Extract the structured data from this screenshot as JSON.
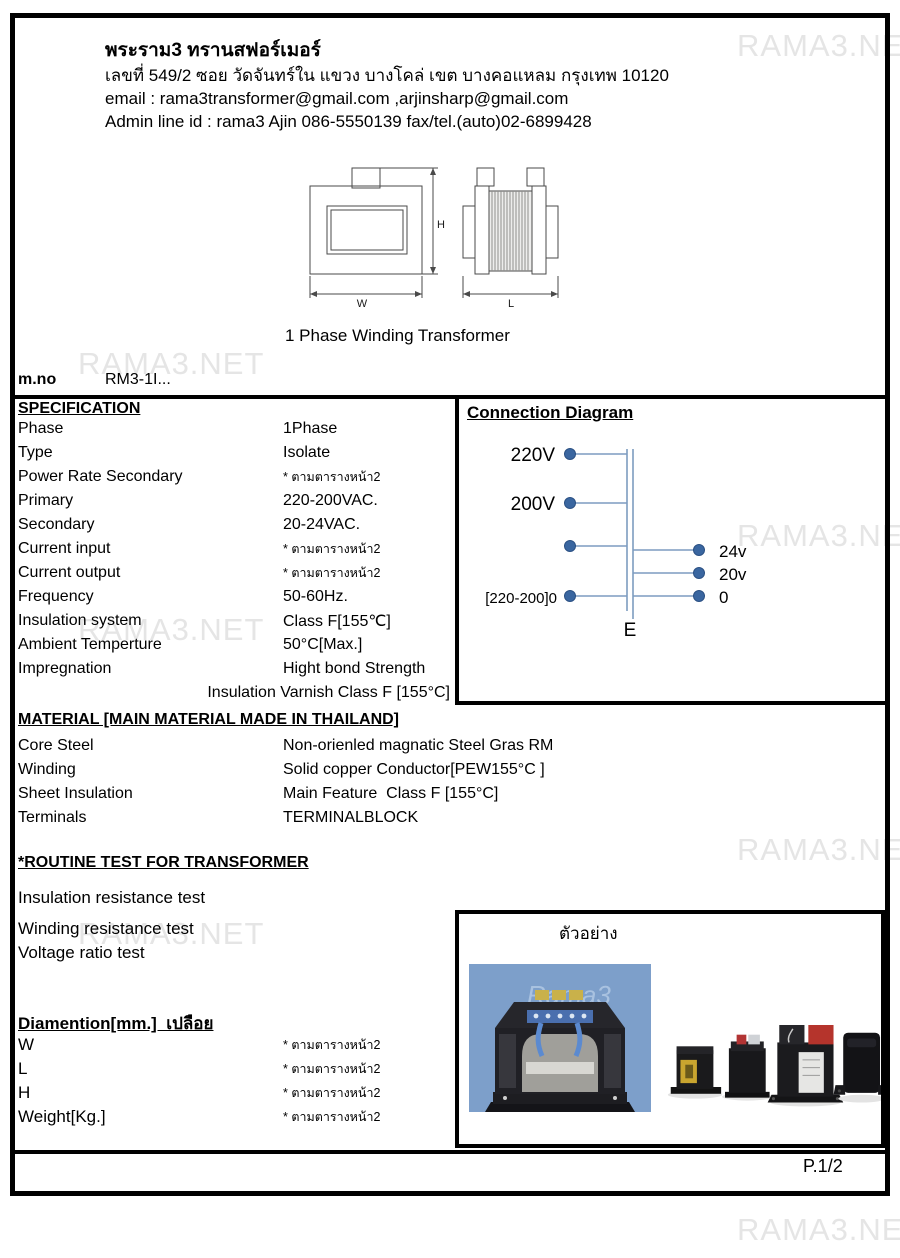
{
  "watermark": {
    "text": "RAMA3.NET"
  },
  "header": {
    "company_name": "พระราม3 ทรานสฟอร์เมอร์",
    "address_line": "เลขที่ 549/2 ซอย วัดจันทร์ใน แขวง บางโคล่ เขต บางคอแหลม กรุงเทพ 10120",
    "email_line": "email : rama3transformer@gmail.com ,arjinsharp@gmail.com",
    "admin_line": "Admin line id : rama3   Ajin 086-5550139  fax/tel.(auto)02-6899428"
  },
  "drawing": {
    "caption": "1 Phase Winding Transformer",
    "dim_height": "H",
    "dim_width": "W",
    "dim_length": "L"
  },
  "model_no": {
    "label": "m.no",
    "value": "RM3-1I..."
  },
  "specification": {
    "title": "SPECIFICATION",
    "rows": [
      {
        "label": "Phase",
        "value": "1Phase"
      },
      {
        "label": "Type",
        "value": "Isolate"
      },
      {
        "label": "Power Rate Secondary",
        "value": "* ตามตารางหน้า2"
      },
      {
        "label": "Primary",
        "value": "220-200VAC."
      },
      {
        "label": "Secondary",
        "value": "20-24VAC."
      },
      {
        "label": "Current input",
        "value": "* ตามตารางหน้า2"
      },
      {
        "label": "Current output",
        "value": "* ตามตารางหน้า2"
      },
      {
        "label": "Frequency",
        "value": "50-60Hz."
      },
      {
        "label": "Insulation system",
        "value": "Class F[155℃]"
      },
      {
        "label": "Ambient Temperture",
        "value": "50°C[Max.]"
      },
      {
        "label": "Impregnation",
        "value": "Hight bond Strength"
      }
    ],
    "impregnation_note": "Insulation Varnish Class F [155°C]"
  },
  "connection_diagram": {
    "title": "Connection Diagram",
    "primary_terminals": [
      "220V",
      "200V",
      "",
      "[220-200]0"
    ],
    "secondary_terminals": [
      "24v",
      "20v",
      "0"
    ],
    "earth_label": "E",
    "line_color": "#7d9cc0",
    "dot_color": "#3a66a0"
  },
  "material": {
    "title": "MATERIAL [MAIN MATERIAL MADE IN THAILAND]",
    "rows": [
      {
        "label": "Core Steel",
        "value": "Non-orienled magnatic Steel Gras RM"
      },
      {
        "label": "Winding",
        "value": "Solid copper Conductor[PEW155°C ]"
      },
      {
        "label": "Sheet Insulation",
        "value": "Main Feature  Class F [155°C]"
      },
      {
        "label": "Terminals",
        "value": "TERMINALBLOCK"
      }
    ]
  },
  "routine_test": {
    "title": "*ROUTINE TEST FOR TRANSFORMER",
    "items": [
      "Insulation resistance test",
      "Winding resistance test",
      "Voltage ratio test"
    ]
  },
  "dimension": {
    "title": "Diamention[mm.]  เปลือย",
    "rows": [
      {
        "label": "W",
        "value": "* ตามตารางหน้า2"
      },
      {
        "label": "L",
        "value": "* ตามตารางหน้า2"
      },
      {
        "label": "H",
        "value": "* ตามตารางหน้า2"
      },
      {
        "label": "Weight[Kg.]",
        "value": "* ตามตารางหน้า2"
      }
    ]
  },
  "sample": {
    "title": "ตัวอย่าง",
    "photo_watermark": "Rama3",
    "photo_bg_color": "#7d9fca"
  },
  "footer": {
    "page": "P.1/2"
  }
}
